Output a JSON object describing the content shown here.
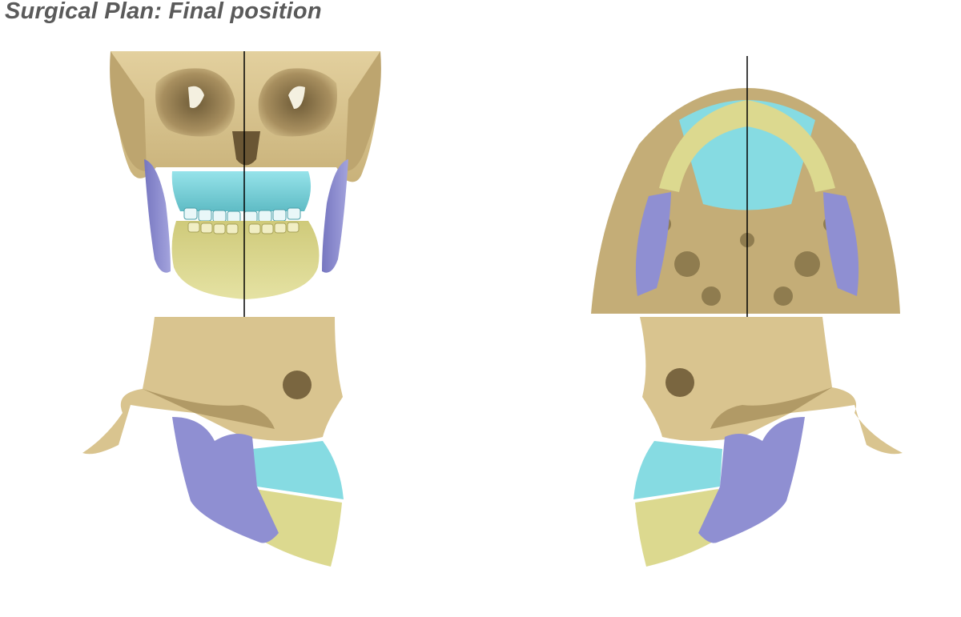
{
  "title": "Surgical Plan: Final position",
  "colors": {
    "bone": "#d9c48f",
    "bone_shadow": "#8f7c4f",
    "bone_dark": "#5e4f30",
    "maxilla": "#86dbe2",
    "maxilla_shadow": "#4fa9b3",
    "mandible": "#dcd98f",
    "mandible_shadow": "#a9a45c",
    "ramus": "#8f8fd2",
    "ramus_shadow": "#5d5da8",
    "midline": "#000000",
    "title_color": "#5a5a5a"
  },
  "views": [
    {
      "name": "frontal",
      "structures": [
        "skull",
        "orbits",
        "maxilla",
        "mandible",
        "left-ramus",
        "right-ramus"
      ],
      "midline": true
    },
    {
      "name": "inferior",
      "structures": [
        "skull-base",
        "maxilla",
        "mandible-arch",
        "left-ramus",
        "right-ramus"
      ],
      "midline": true
    },
    {
      "name": "left-lateral",
      "structures": [
        "skull",
        "zygomatic-arch",
        "maxilla",
        "mandible",
        "ramus"
      ],
      "midline": false
    },
    {
      "name": "right-lateral",
      "structures": [
        "skull",
        "zygomatic-arch",
        "maxilla",
        "mandible",
        "ramus"
      ],
      "midline": false
    }
  ]
}
